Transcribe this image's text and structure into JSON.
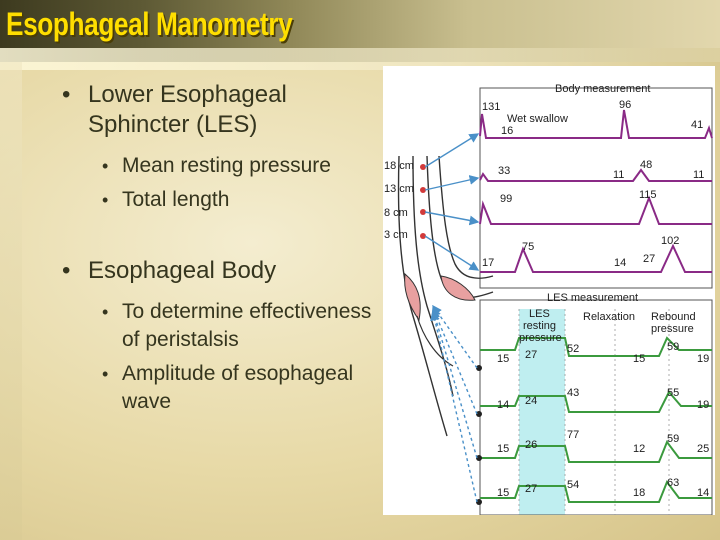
{
  "slide": {
    "title": "Esophageal Manometry",
    "bullets": [
      {
        "text": "Lower Esophageal Sphincter (LES)",
        "sub": [
          "Mean resting pressure",
          "Total length"
        ]
      },
      {
        "text": "Esophageal Body",
        "sub": [
          "To determine effectiveness of peristalsis",
          "Amplitude of esophageal wave"
        ]
      }
    ]
  },
  "figure": {
    "body_title": "Body measurement",
    "wet_swallow": "Wet swallow",
    "depths": [
      "18 cm",
      "13 cm",
      "8 cm",
      "3 cm"
    ],
    "body_values": [
      [
        "131",
        "16",
        "96",
        "41"
      ],
      [
        "33",
        "11",
        "48",
        "11"
      ],
      [
        "99",
        "115"
      ],
      [
        "17",
        "75",
        "14",
        "27",
        "102"
      ]
    ],
    "les_title": "LES measurement",
    "les_resting": [
      "LES",
      "resting",
      "pressure"
    ],
    "relaxation": "Relaxation",
    "rebound": [
      "Rebound",
      "pressure"
    ],
    "les_values": [
      [
        "15",
        "27",
        "52",
        "15",
        "59",
        "19"
      ],
      [
        "14",
        "24",
        "43",
        "55",
        "19"
      ],
      [
        "15",
        "26",
        "77",
        "12",
        "59",
        "25"
      ],
      [
        "15",
        "27",
        "54",
        "18",
        "63",
        "14"
      ]
    ],
    "colors": {
      "body_trace": "#8a2a86",
      "les_trace": "#3b9a3e",
      "les_highlight": "#bfeef0",
      "arrow": "#4a90c8",
      "les_tissue": "#e8a0a0"
    }
  }
}
